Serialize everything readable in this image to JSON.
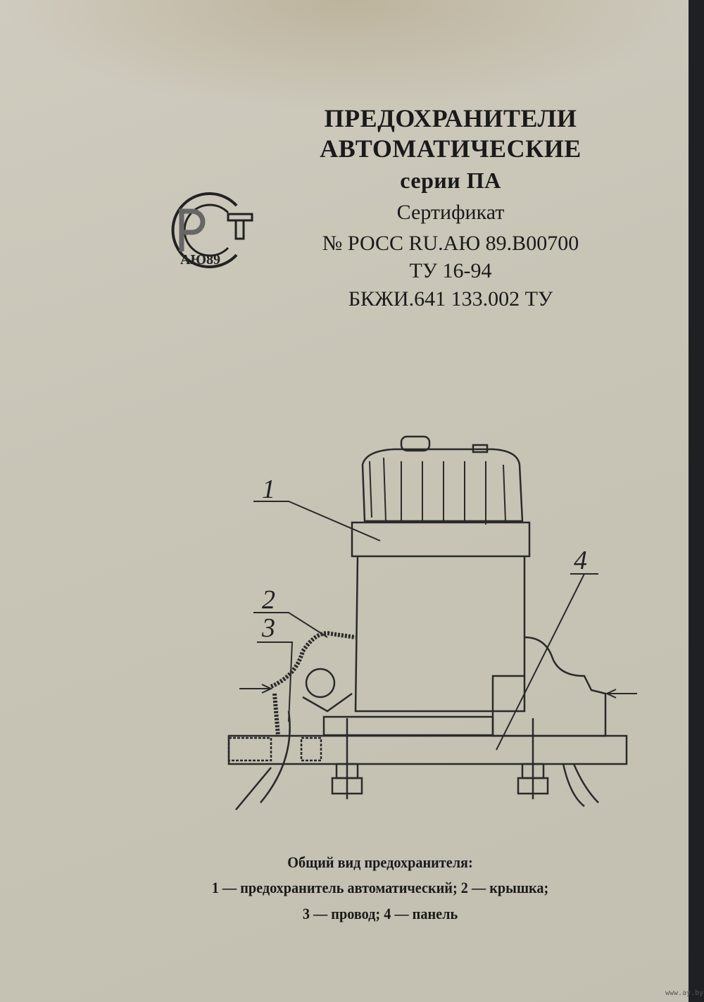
{
  "header": {
    "title_line1": "ПРЕДОХРАНИТЕЛИ",
    "title_line2": "АВТОМАТИЧЕСКИЕ",
    "series": "серии ПА"
  },
  "certificate": {
    "label": "Сертификат",
    "number": "№ РОСС RU.АЮ 89.В00700",
    "spec1": "ТУ 16-94",
    "spec2": "БКЖИ.641 133.002 ТУ"
  },
  "logo": {
    "text": "РСТ",
    "code": "АЮ89"
  },
  "drawing": {
    "labels": [
      "1",
      "2",
      "3",
      "4"
    ]
  },
  "caption": {
    "title": "Общий вид предохранителя:",
    "line1": "1 — предохранитель автоматический; 2 — крышка;",
    "line2": "3 — провод; 4 — панель"
  },
  "watermark": "www.ay.by"
}
